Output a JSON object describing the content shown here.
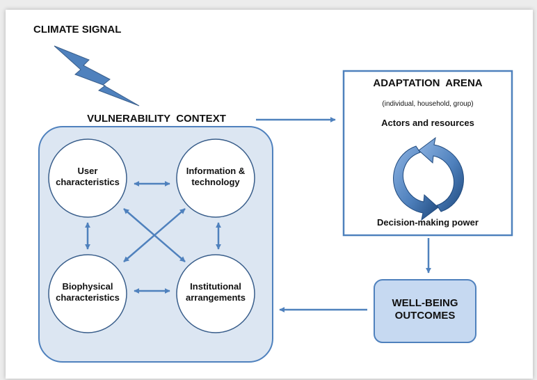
{
  "climate_signal": "CLIMATE SIGNAL",
  "vulnerability": {
    "title": "VULNERABILITY  CONTEXT",
    "user": "User\ncharacteristics",
    "info": "Information &\ntechnology",
    "bio": "Biophysical\ncharacteristics",
    "inst": "Institutional\narrangements"
  },
  "adaptation": {
    "title": "ADAPTATION  ARENA",
    "subtitle": "(individual, household, group)",
    "actors": "Actors and resources",
    "decision": "Decision-making power"
  },
  "wellbeing": "WELL-BEING\nOUTCOMES",
  "colors": {
    "accent": "#4f81bd",
    "panel_fill": "#dce6f2",
    "wellbeing_fill": "#c6d9f1",
    "bolt_fill": "#4f81bd"
  }
}
